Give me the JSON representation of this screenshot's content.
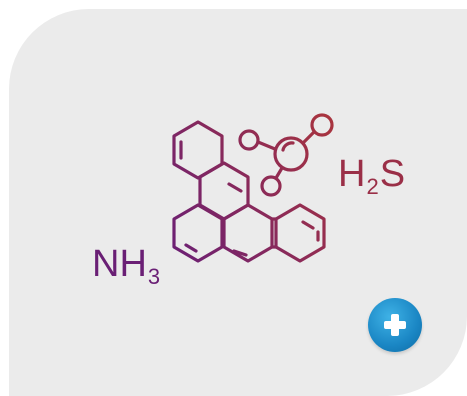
{
  "formulas": {
    "h2s": {
      "main": "H",
      "sub": "2",
      "tail": "S"
    },
    "nh3": {
      "main": "NH",
      "sub": "3"
    }
  },
  "icons": {
    "molecule": "molecule-structure-icon",
    "plus": "plus-icon"
  },
  "colors": {
    "background": "#ebebeb",
    "gradient_start": "#6a1f75",
    "gradient_end": "#a8343f",
    "button": "#1a86c4"
  }
}
